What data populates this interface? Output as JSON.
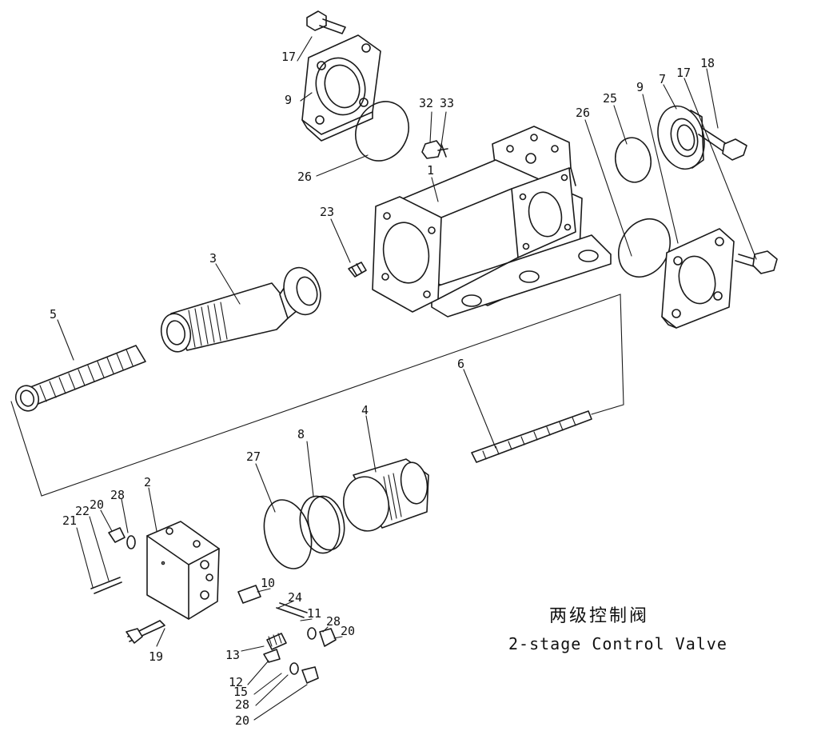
{
  "caption": {
    "chinese": "两级控制阀",
    "english": "2-stage Control Valve"
  },
  "part_labels": {
    "p17a": "17",
    "p9a": "9",
    "p26a": "26",
    "p32": "32",
    "p33": "33",
    "p1": "1",
    "p26b": "26",
    "p25": "25",
    "p9b": "9",
    "p7": "7",
    "p17b": "17",
    "p18": "18",
    "p23": "23",
    "p3": "3",
    "p5": "5",
    "p6": "6",
    "p27": "27",
    "p8": "8",
    "p4": "4",
    "p2": "2",
    "p21": "21",
    "p22": "22",
    "p20a": "20",
    "p28a": "28",
    "p10": "10",
    "p24": "24",
    "p11": "11",
    "p28b": "28",
    "p20b": "20",
    "p19": "19",
    "p13": "13",
    "p12": "12",
    "p15": "15",
    "p28c": "28",
    "p20c": "20"
  }
}
